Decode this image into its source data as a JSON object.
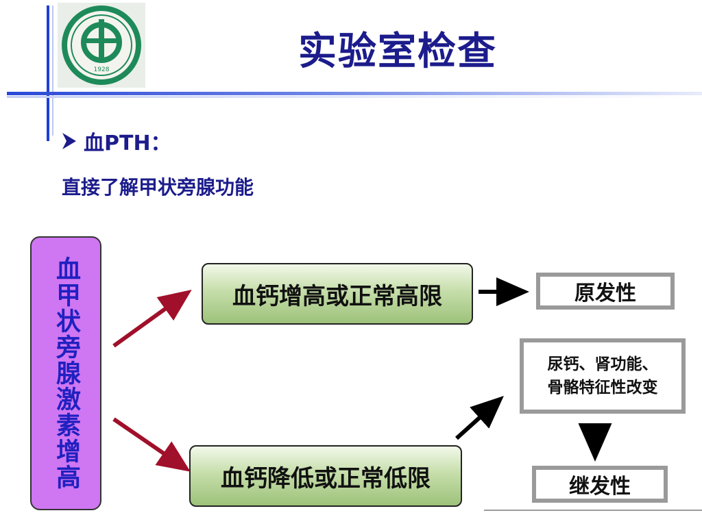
{
  "title": "实验室检查",
  "bullet": "血PTH：",
  "subtitle": "直接了解甲状旁腺功能",
  "hormone_box": "血甲状旁腺激素增高",
  "box_high": "血钙增高或正常高限",
  "box_low": "血钙降低或正常低限",
  "out_primary": "原发性",
  "out_changes_line1": "尿钙、肾功能、",
  "out_changes_line2": "骨骼特征性改变",
  "out_secondary": "继发性",
  "logo_year": "1928",
  "colors": {
    "title": "#1c1c8c",
    "accent_blue": "#1f3fd6",
    "purple_box": "#cf76f2",
    "green_box": "#9dc27a",
    "red_arrow": "#a0102a",
    "logo_green": "#1e8a5a"
  },
  "icons": [
    "arrow-bullet-icon",
    "university-logo-icon"
  ]
}
